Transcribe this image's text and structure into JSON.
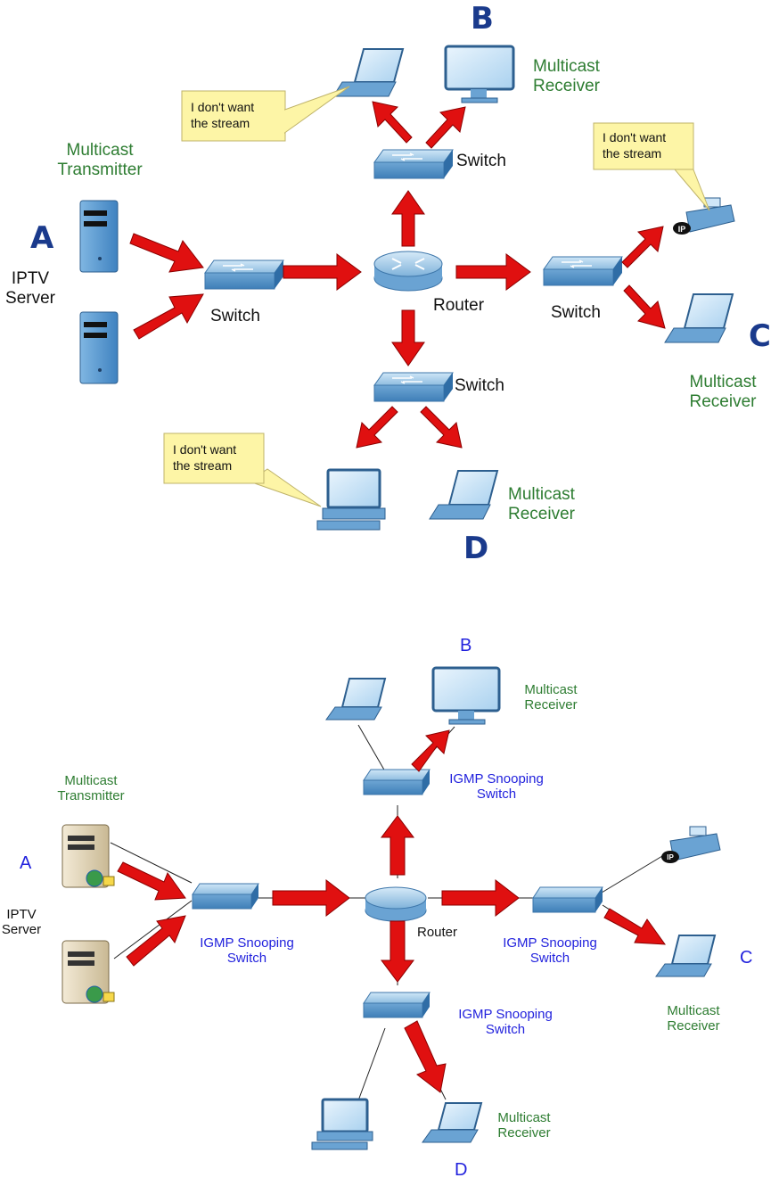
{
  "top": {
    "letters": {
      "a": "A",
      "b": "B",
      "c": "C",
      "d": "D"
    },
    "transmitter_label": [
      "Multicast",
      "Transmitter"
    ],
    "server_label": [
      "IPTV",
      "Server"
    ],
    "switch_label": "Switch",
    "router_label": "Router",
    "receiver_label": [
      "Multicast",
      "Receiver"
    ],
    "bubble_text": [
      "I don't want",
      "the stream"
    ],
    "ip_badge": "IP"
  },
  "bottom": {
    "letters": {
      "a": "A",
      "b": "B",
      "c": "C",
      "d": "D"
    },
    "transmitter_label": [
      "Multicast",
      "Transmitter"
    ],
    "server_label": [
      "IPTV",
      "Server"
    ],
    "switch_label": [
      "IGMP Snooping",
      "Switch"
    ],
    "router_label": "Router",
    "receiver_label": [
      "Multicast",
      "Receiver"
    ],
    "ip_badge": "IP"
  },
  "colors": {
    "arrow": "#e01010",
    "letter_top": "#1a3a8c",
    "letter_bottom": "#2222dd",
    "green_text": "#2e7d32",
    "igmp_text": "#2222dd",
    "bubble_fill": "#fdf5a6",
    "device_blue": "#5b9bd5"
  }
}
